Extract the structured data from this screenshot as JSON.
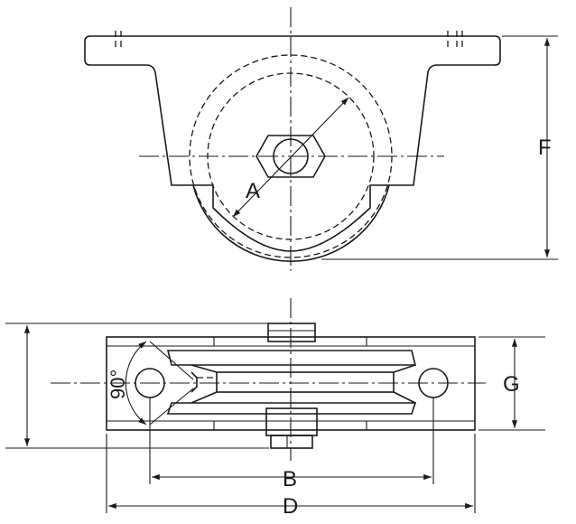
{
  "labels": {
    "A": "A",
    "B": "B",
    "D": "D",
    "F": "F",
    "G": "G",
    "angle": "90°"
  },
  "colors": {
    "line": "#1a1a1a",
    "background": "#ffffff"
  }
}
